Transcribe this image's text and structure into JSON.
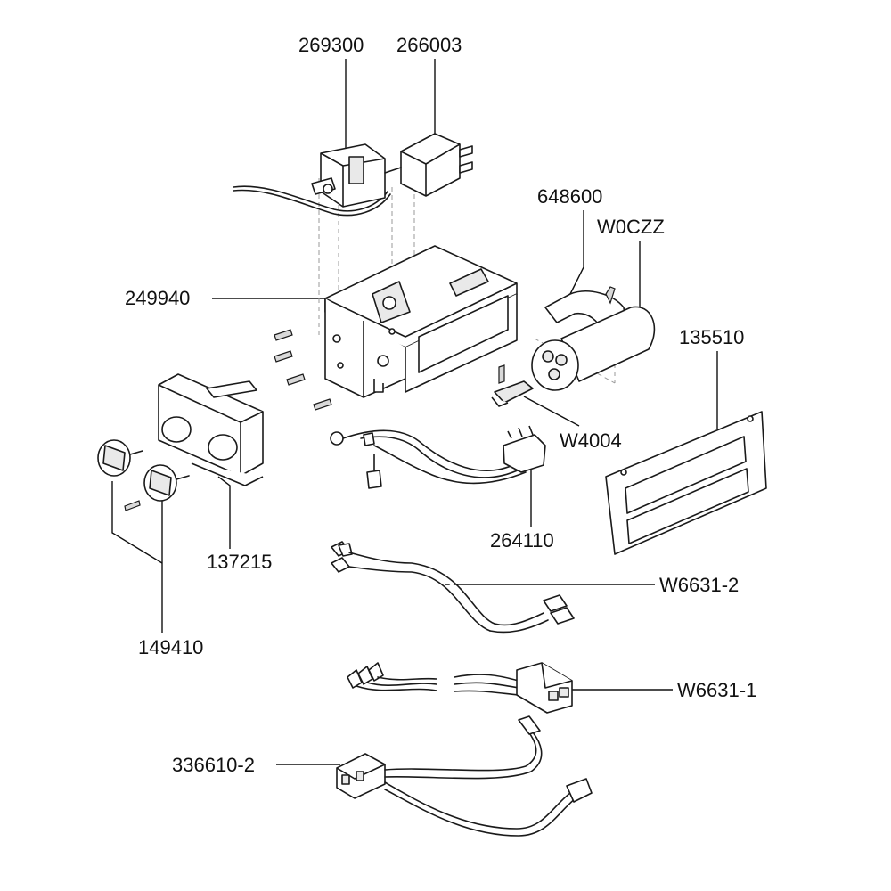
{
  "labels": {
    "p269300": "269300",
    "p266003": "266003",
    "p648600": "648600",
    "pW0CZZ": "W0CZZ",
    "p249940": "249940",
    "p135510": "135510",
    "pW4004": "W4004",
    "p137215": "137215",
    "p264110": "264110",
    "pW6631_2": "W6631-2",
    "p149410": "149410",
    "pW6631_1": "W6631-1",
    "p336610_2": "336610-2"
  }
}
